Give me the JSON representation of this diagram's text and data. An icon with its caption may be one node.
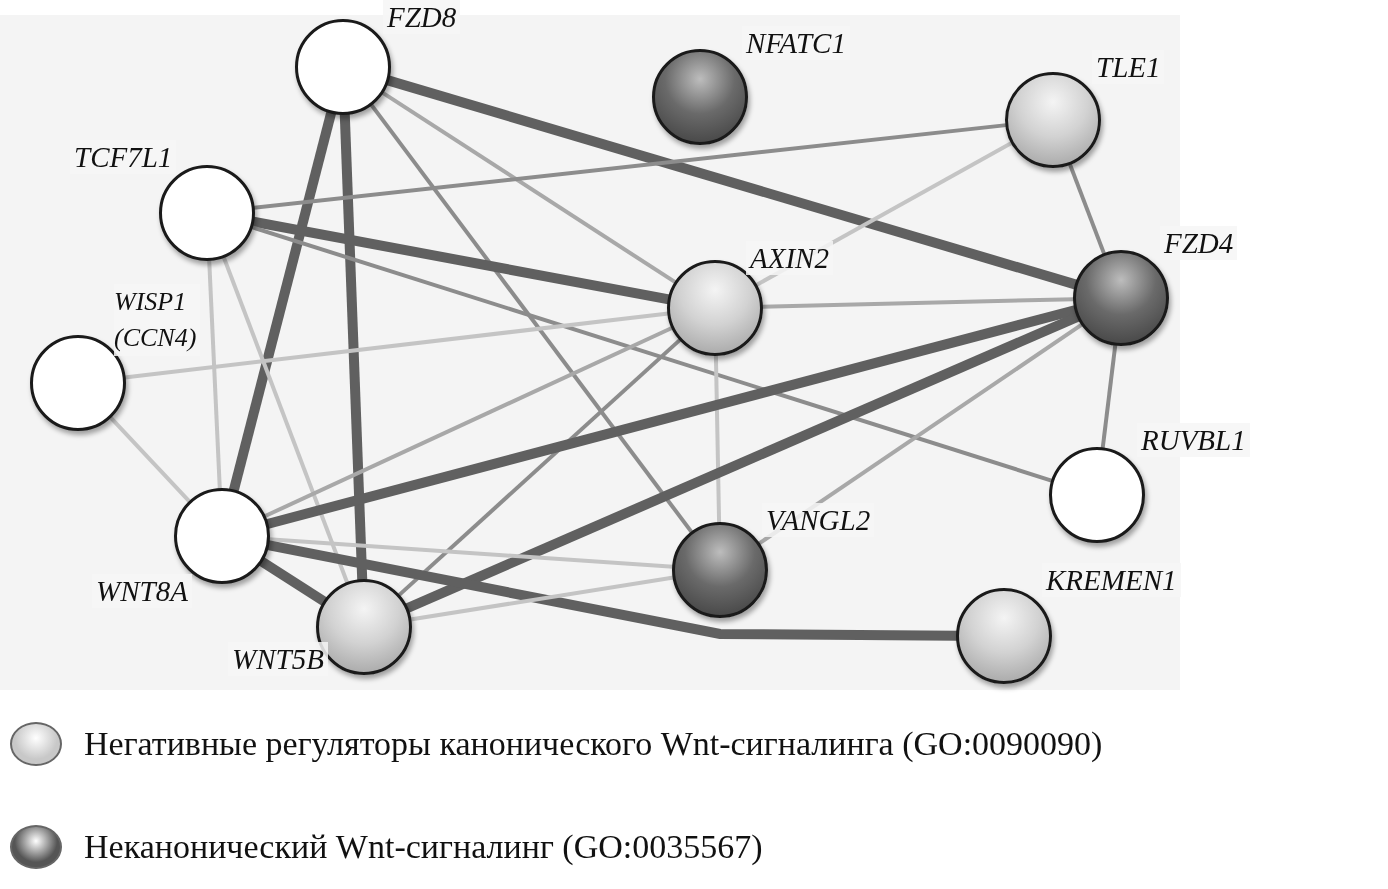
{
  "diagram": {
    "nodes": [
      {
        "text": [
          "FZD8"
        ]
      },
      {
        "text": [
          "NFATC1"
        ]
      },
      {
        "text": [
          "TLE1"
        ]
      },
      {
        "text": [
          "TCF7L1"
        ]
      },
      {
        "text": [
          "AXIN2"
        ]
      },
      {
        "text": [
          "FZD4"
        ]
      },
      {
        "text": [
          "WISP1 (CCN4)"
        ]
      },
      {
        "text": [
          "RUVBL1"
        ]
      },
      {
        "text": [
          "WNT8A"
        ]
      },
      {
        "text": [
          "VANGL2"
        ]
      },
      {
        "text": [
          "WNT5B"
        ]
      },
      {
        "text": [
          "KREMEN1"
        ]
      }
    ],
    "edges": [
      {
        "from": 0,
        "to": 5,
        "arrow": "none",
        "style": "thick"
      },
      {
        "from": 0,
        "to": 4,
        "arrow": "none",
        "color": "#a8a8a8"
      },
      {
        "from": 0,
        "to": 9,
        "arrow": "none"
      },
      {
        "from": 0,
        "to": 8,
        "arrow": "none",
        "style": "thick"
      },
      {
        "from": 0,
        "to": 10,
        "arrow": "none",
        "style": "thick"
      },
      {
        "from": 3,
        "to": 2,
        "arrow": "none"
      },
      {
        "from": 3,
        "to": 4,
        "arrow": "none",
        "style": "thick"
      },
      {
        "from": 3,
        "to": 7,
        "arrow": "none"
      },
      {
        "from": 3,
        "to": 8,
        "arrow": "none",
        "color": "#c4c4c4"
      },
      {
        "from": 3,
        "to": 10,
        "arrow": "none",
        "color": "#c4c4c4"
      },
      {
        "from": 6,
        "to": 4,
        "arrow": "none",
        "color": "#c4c4c4"
      },
      {
        "from": 6,
        "to": 8,
        "arrow": "none",
        "color": "#c4c4c4"
      },
      {
        "from": 2,
        "to": 4,
        "arrow": "none",
        "color": "#c4c4c4"
      },
      {
        "from": 2,
        "to": 5,
        "arrow": "none"
      },
      {
        "from": 4,
        "to": 5,
        "arrow": "none",
        "color": "#a8a8a8"
      },
      {
        "from": 4,
        "to": 9,
        "arrow": "none",
        "color": "#c4c4c4"
      },
      {
        "from": 4,
        "to": 8,
        "arrow": "none",
        "color": "#a8a8a8"
      },
      {
        "from": 4,
        "to": 10,
        "arrow": "none"
      },
      {
        "from": 5,
        "to": 7,
        "arrow": "none"
      },
      {
        "from": 5,
        "to": 8,
        "arrow": "none",
        "style": "thick"
      },
      {
        "from": 5,
        "to": 10,
        "arrow": "none",
        "style": "thick"
      },
      {
        "from": 5,
        "to": 9,
        "arrow": "none",
        "color": "#a8a8a8"
      },
      {
        "from": 8,
        "to": 9,
        "arrow": "none",
        "color": "#c4c4c4"
      },
      {
        "from": 8,
        "to": 10,
        "arrow": "none",
        "style": "thick"
      },
      {
        "from": 8,
        "to": 11,
        "arrow": "none",
        "style": "thick"
      },
      {
        "from": 10,
        "to": 9,
        "arrow": "none",
        "color": "#c4c4c4"
      }
    ],
    "legend": [
      {
        "text": "Негативные регуляторы канонического Wnt-сигналинга (GO:0090090)",
        "color": "#c8c8c8"
      },
      {
        "text": "Неканонический Wnt-сигналинг (GO:0035567)",
        "color": "#555555"
      }
    ]
  }
}
